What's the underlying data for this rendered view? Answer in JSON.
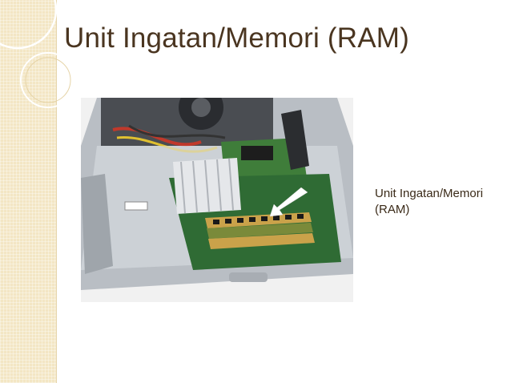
{
  "slide": {
    "title": "Unit Ingatan/Memori (RAM)",
    "caption_lines": [
      "Unit Ingatan/Memori",
      "(RAM)"
    ]
  },
  "photo": {
    "subject": "open computer case showing motherboard and RAM modules",
    "arrow_color": "#ffffff"
  },
  "colors": {
    "title_text": "#4a3520",
    "band": "#f3e6c4",
    "board_green": "#2f6b34"
  }
}
